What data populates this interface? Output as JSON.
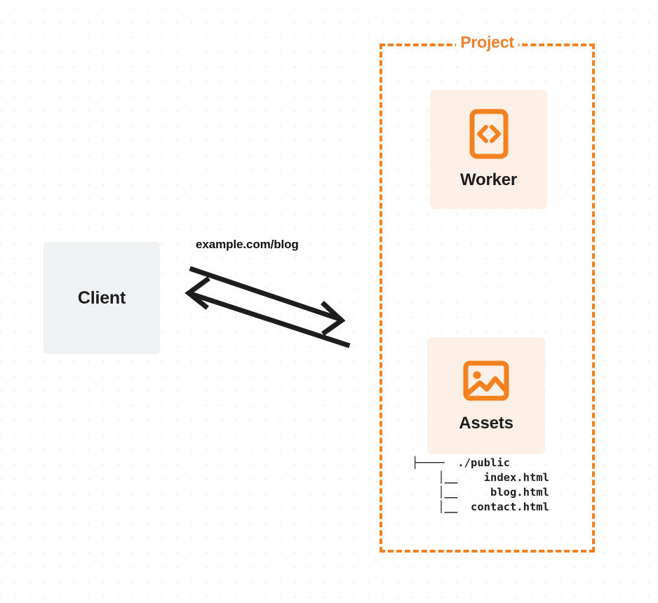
{
  "diagram": {
    "title_hidden": "Worker and static assets request flow",
    "background": {
      "color": "#ffffff",
      "dot_color": "#ebebeb"
    },
    "colors": {
      "accent_orange": "#f48120",
      "card_fill": "#fdf1e7",
      "client_fill": "#f1f2f4",
      "text_dark": "#1d1d1d"
    },
    "client": {
      "label": "Client"
    },
    "edge": {
      "label": "example.com/blog",
      "direction": "bidirectional"
    },
    "project": {
      "label": "Project",
      "cards": [
        {
          "label": "Worker",
          "icon": "code-brackets-icon"
        },
        {
          "label": "Assets",
          "icon": "image-icon"
        }
      ],
      "file_tree": [
        "├────  ./public",
        "    │__    index.html",
        "    │__     blog.html",
        "    │__  contact.html"
      ],
      "file_tree_lines": {
        "line1": "├────  ./public",
        "line2": "    │__    index.html",
        "line3": "    │__     blog.html",
        "line4": "    │__  contact.html"
      }
    }
  }
}
